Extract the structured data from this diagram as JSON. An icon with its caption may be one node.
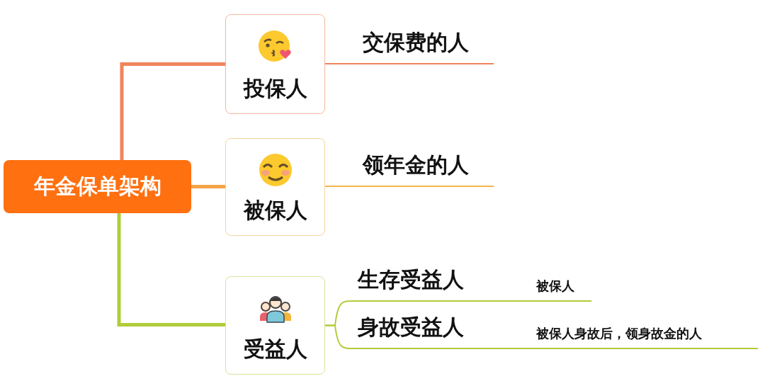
{
  "diagram": {
    "nodes": [
      {
        "text": [
          "年金保单架构"
        ]
      },
      {
        "text": [
          "投保人"
        ]
      },
      {
        "text": [
          "交保费的人"
        ]
      },
      {
        "text": [
          "被保人"
        ]
      },
      {
        "text": [
          "领年金的人"
        ]
      },
      {
        "text": [
          "受益人"
        ]
      },
      {
        "text": [
          "生存受益人",
          "被保人"
        ]
      },
      {
        "text": [
          "身故受益人",
          "被保人身故后，领身故金的人"
        ]
      }
    ],
    "edges": [
      {
        "from": 0,
        "to": 1,
        "arrow": "none",
        "style": "thick",
        "color": "#f0845c"
      },
      {
        "from": 0,
        "to": 3,
        "arrow": "none",
        "style": "thick",
        "color": "#f5a447"
      },
      {
        "from": 0,
        "to": 5,
        "arrow": "none",
        "style": "thick",
        "color": "#b0cc3a"
      },
      {
        "from": 1,
        "to": 2,
        "arrow": "none",
        "color": "#f0845c"
      },
      {
        "from": 3,
        "to": 4,
        "arrow": "none",
        "color": "#f5b447"
      },
      {
        "from": 5,
        "to": 6,
        "arrow": "none",
        "color": "#b0cc3a"
      },
      {
        "from": 5,
        "to": 7,
        "arrow": "none",
        "color": "#b0cc3a"
      }
    ]
  }
}
